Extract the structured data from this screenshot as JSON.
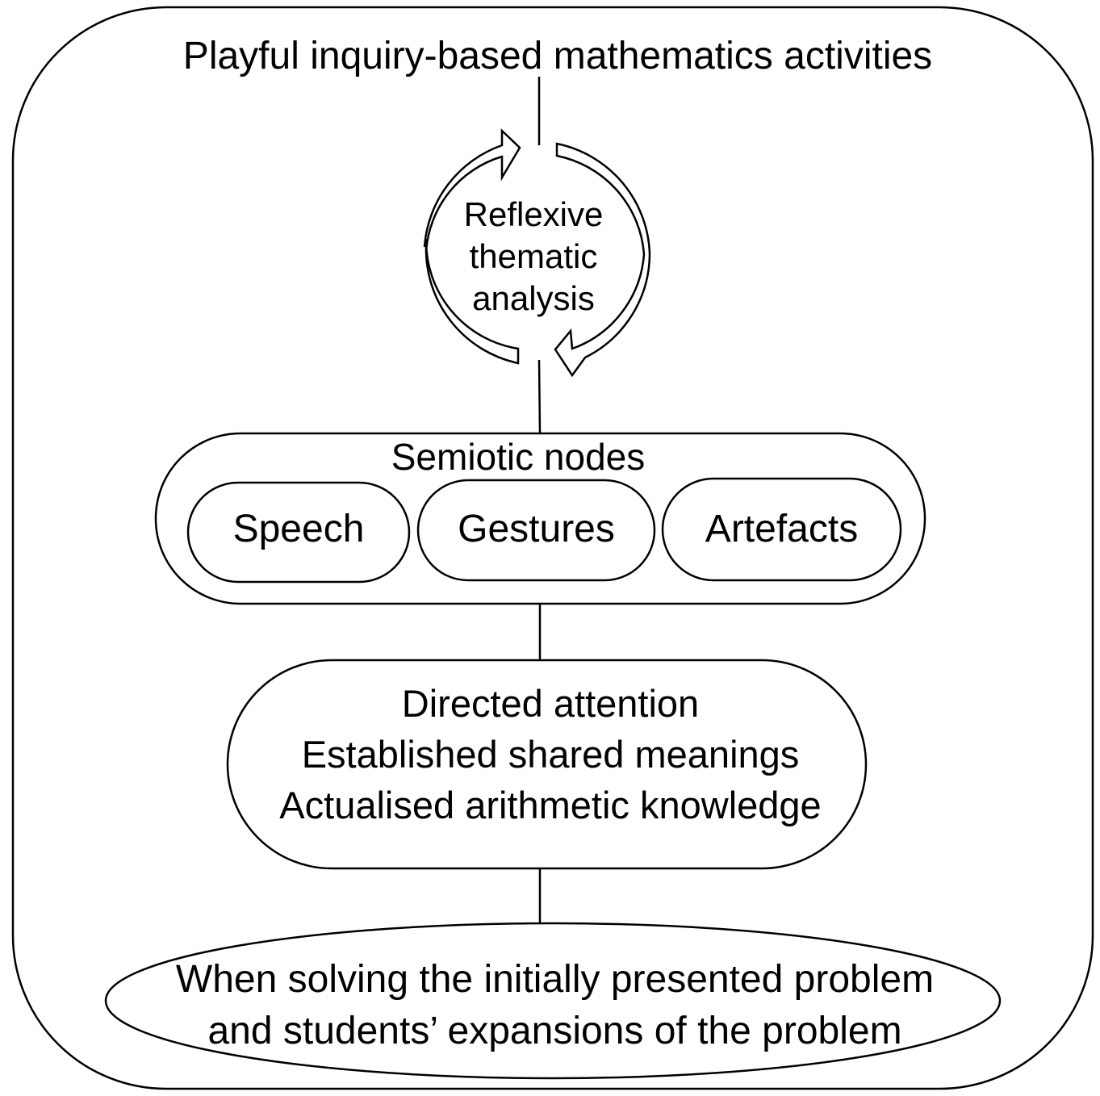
{
  "diagram": {
    "title": "Playful inquiry-based mathematics activities",
    "cycle": {
      "lines": [
        "Reflexive",
        "thematic",
        "analysis"
      ]
    },
    "semiotic_nodes": {
      "title": "Semiotic nodes",
      "items": [
        "Speech",
        "Gestures",
        "Artefacts"
      ]
    },
    "outcomes": {
      "lines": [
        "Directed attention",
        "Established shared meanings",
        "Actualised arithmetic knowledge"
      ]
    },
    "context": {
      "lines": [
        "When solving the initially presented problem",
        "and students’ expansions of the problem"
      ]
    }
  }
}
